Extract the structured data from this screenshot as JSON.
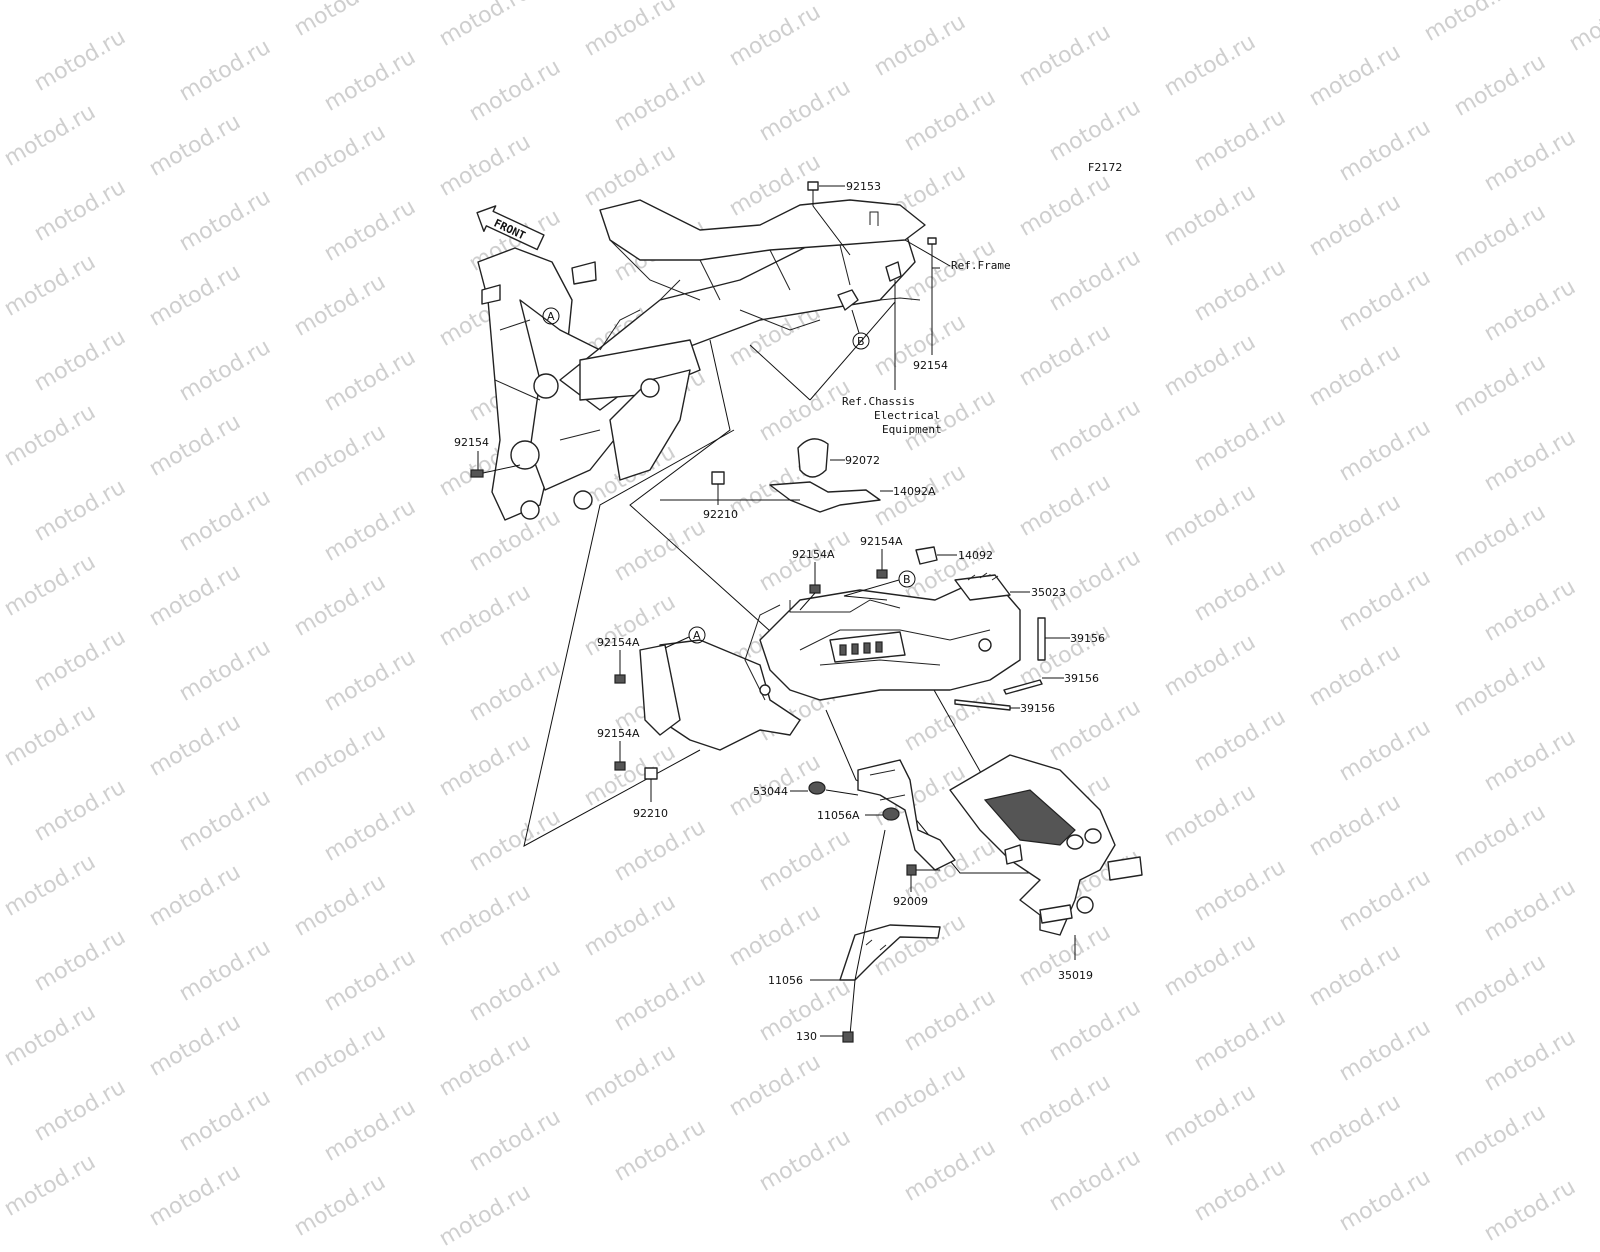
{
  "watermark": "motod.ru",
  "figure_code": "F2172",
  "front_label": "FRONT",
  "refs": {
    "frame": "Ref.Frame",
    "chassis_line1": "Ref.Chassis",
    "chassis_line2": "Electrical",
    "chassis_line3": "Equipment"
  },
  "callouts": {
    "a_top": "A",
    "b_top": "B",
    "a_lower": "A",
    "b_lower": "B"
  },
  "part_numbers": {
    "p92153": "92153",
    "p92154_right": "92154",
    "p92154_left": "92154",
    "p92072": "92072",
    "p14092A": "14092A",
    "p92210_upper": "92210",
    "p92154A_1": "92154A",
    "p92154A_2": "92154A",
    "p14092": "14092",
    "p35023": "35023",
    "p39156_1": "39156",
    "p39156_2": "39156",
    "p39156_3": "39156",
    "p92154A_3": "92154A",
    "p92154A_4": "92154A",
    "p92210_lower": "92210",
    "p53044": "53044",
    "p11056A": "11056A",
    "p92009": "92009",
    "p35019": "35019",
    "p11056": "11056",
    "p130": "130"
  }
}
